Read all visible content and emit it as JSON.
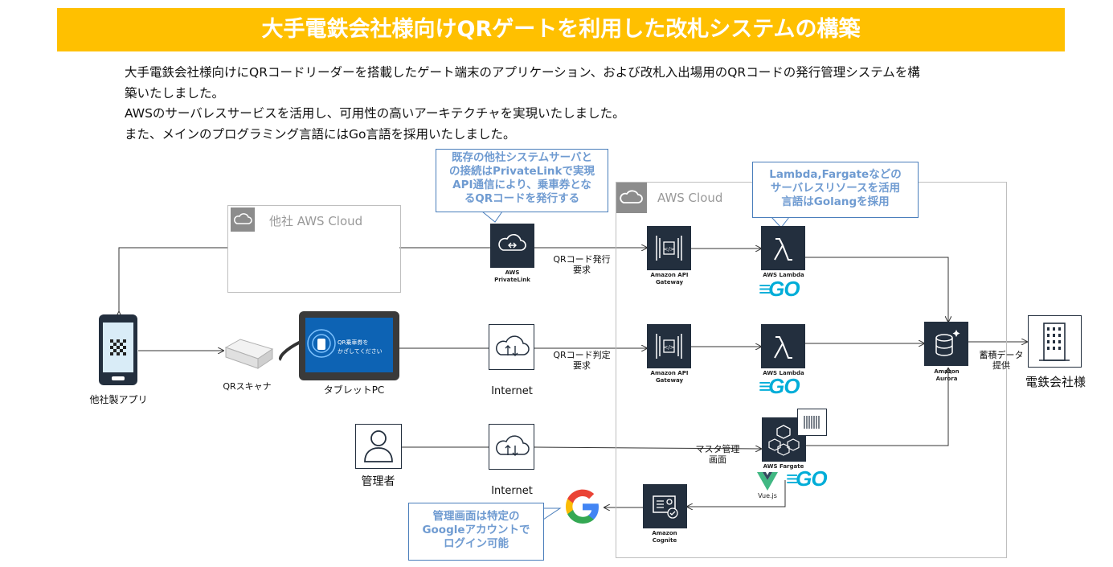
{
  "title": "大手電鉄会社様向けQRゲートを利用した改札システムの構築",
  "description": [
    "大手電鉄会社様向けにQRコードリーダーを搭載したゲート端末のアプリケーション、および改札入出場用のQRコードの発行管理システムを構",
    "築いたしました。",
    "AWSのサーバレスサービスを活用し、可用性の高いアーキテクチャを実現いたしました。",
    "また、メインのプログラミング言語にはGo言語を採用いたしました。"
  ],
  "callouts": {
    "privatelink": [
      "既存の他社システムサーバと",
      "の接続はPrivateLinkで実現",
      "API通信により、乗車券とな",
      "るQRコードを発行する"
    ],
    "serverless": [
      "Lambda,Fargateなどの",
      "サーバレスリソースを活用",
      "言語はGolangを採用"
    ],
    "google": [
      "管理画面は特定の",
      "Googleアカウントで",
      "ログイン可能"
    ]
  },
  "clouds": {
    "other": "他社 AWS Cloud",
    "aws": "AWS Cloud"
  },
  "nodes": {
    "privatelink": [
      "AWS",
      "PrivateLink"
    ],
    "apigw": [
      "Amazon API",
      "Gateway"
    ],
    "lambda": "AWS Lambda",
    "fargate": "AWS Fargate",
    "aurora": [
      "Amazon",
      "Aurora"
    ],
    "cognite": [
      "Amazon",
      "Cognite"
    ],
    "internet": "Internet",
    "app": "他社製アプリ",
    "scanner": "QRスキャナ",
    "tablet": "タブレットPC",
    "admin": "管理者",
    "company": "電鉄会社様",
    "vue": "Vue.js",
    "go": "GO",
    "tablet_screen": [
      "QR乗車券を",
      "かざしてください"
    ]
  },
  "edges": {
    "qr_issue": [
      "QRコード発行",
      "要求"
    ],
    "qr_judge": [
      "QRコード判定",
      "要求"
    ],
    "master": [
      "マスタ管理",
      "画面"
    ],
    "data": [
      "蓄積データ",
      "提供"
    ]
  },
  "colors": {
    "banner": "#FFC000",
    "aws_icon": "#232F3E",
    "callout_text": "#6F9BD1",
    "go": "#00ADD8"
  }
}
